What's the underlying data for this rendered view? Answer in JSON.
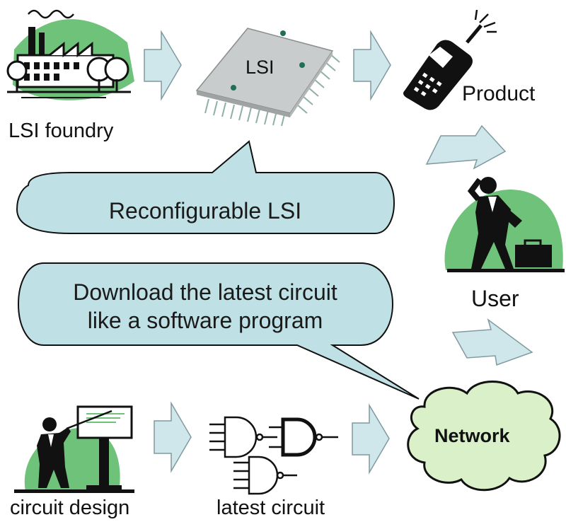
{
  "labels": {
    "lsi_foundry": "LSI foundry",
    "lsi_chip": "LSI",
    "product": "Product",
    "user": "User",
    "reconfigurable": "Reconfigurable LSI",
    "download_line1": "Download the latest circuit",
    "download_line2": "like a software program",
    "network": "Network",
    "circuit_design": "circuit design",
    "latest_circuit": "latest circuit"
  },
  "colors": {
    "arrow_fill": "#cfe7ea",
    "arrow_stroke": "#7f9aa0",
    "bubble_fill": "#bfe0e4",
    "green": "#6fc27a",
    "cloud_fill": "#d9f0c8",
    "chip_fill": "#c9cccc",
    "pin": "#8fb0a6",
    "dark": "#111111"
  },
  "icons": [
    "factory-icon",
    "lsi-chip-icon",
    "mobile-phone-icon",
    "businessman-icon",
    "presenter-icon",
    "logic-gates-icon",
    "network-cloud-icon"
  ]
}
